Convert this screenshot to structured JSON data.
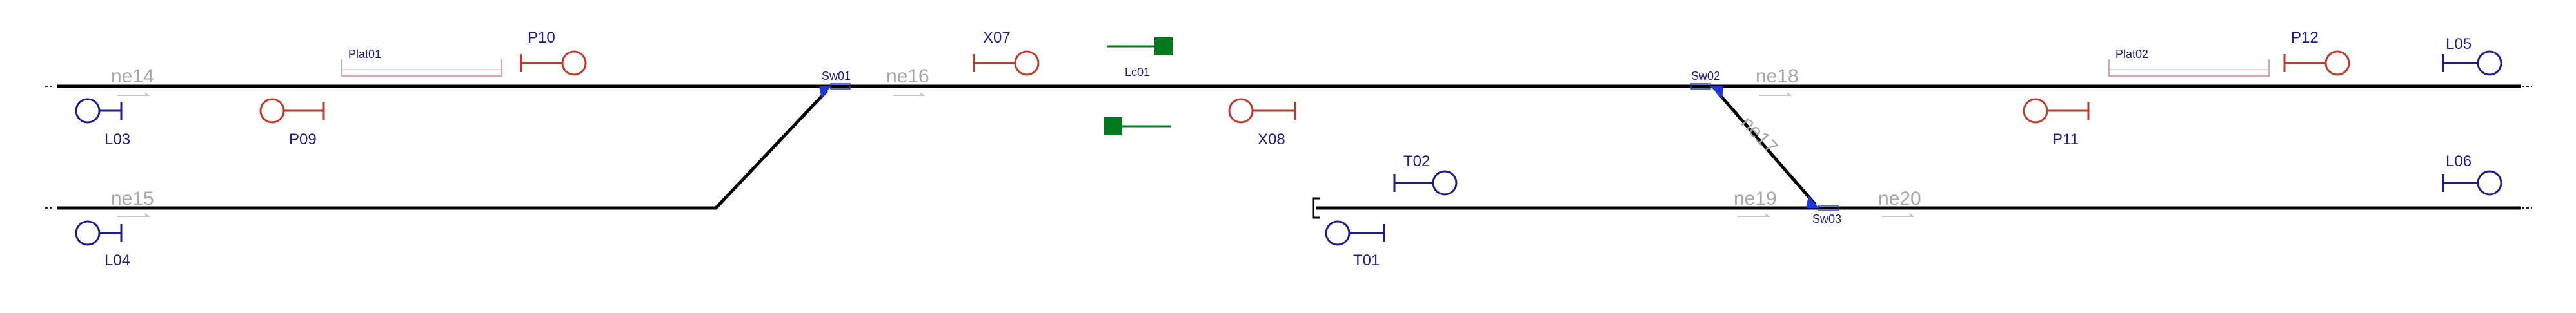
{
  "colors": {
    "track": "#000000",
    "section_label": "#a6a6a6",
    "signal_blue": "#1c1c8c",
    "signal_red": "#c0392b",
    "platform": "#e6a0a8",
    "platform_text": "#1c1c8c",
    "switch": "#1f36d6",
    "lc": "#007a1e",
    "arrow": "#b0b0b0"
  },
  "sections": [
    {
      "id": "ne14",
      "label": "ne14"
    },
    {
      "id": "ne15",
      "label": "ne15"
    },
    {
      "id": "ne16",
      "label": "ne16"
    },
    {
      "id": "ne17",
      "label": "ne17"
    },
    {
      "id": "ne18",
      "label": "ne18"
    },
    {
      "id": "ne19",
      "label": "ne19"
    },
    {
      "id": "ne20",
      "label": "ne20"
    }
  ],
  "switches": [
    {
      "id": "Sw01",
      "label": "Sw01"
    },
    {
      "id": "Sw02",
      "label": "Sw02"
    },
    {
      "id": "Sw03",
      "label": "Sw03"
    }
  ],
  "platforms": [
    {
      "id": "Plat01",
      "label": "Plat01"
    },
    {
      "id": "Plat02",
      "label": "Plat02"
    }
  ],
  "signals": [
    {
      "id": "L03",
      "label": "L03",
      "color": "blue"
    },
    {
      "id": "L04",
      "label": "L04",
      "color": "blue"
    },
    {
      "id": "L05",
      "label": "L05",
      "color": "blue"
    },
    {
      "id": "L06",
      "label": "L06",
      "color": "blue"
    },
    {
      "id": "T01",
      "label": "T01",
      "color": "blue"
    },
    {
      "id": "T02",
      "label": "T02",
      "color": "blue"
    },
    {
      "id": "P09",
      "label": "P09",
      "color": "red"
    },
    {
      "id": "P10",
      "label": "P10",
      "color": "red"
    },
    {
      "id": "P11",
      "label": "P11",
      "color": "red"
    },
    {
      "id": "P12",
      "label": "P12",
      "color": "red"
    },
    {
      "id": "X07",
      "label": "X07",
      "color": "red"
    },
    {
      "id": "X08",
      "label": "X08",
      "color": "red"
    }
  ],
  "level_crossing": {
    "id": "Lc01",
    "label": "Lc01"
  }
}
